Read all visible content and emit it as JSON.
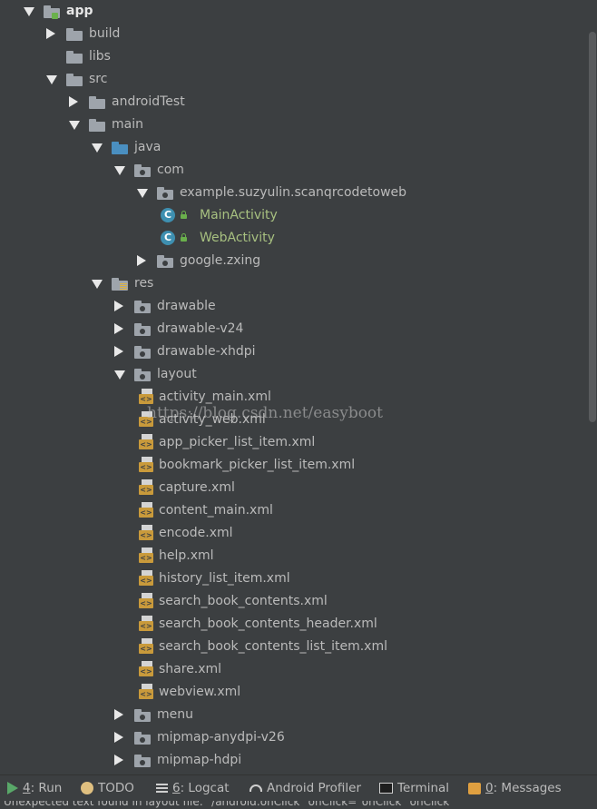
{
  "tree": [
    {
      "label": "app",
      "depth": 0,
      "state": "expanded",
      "icon": "module-folder-icon",
      "bold": true
    },
    {
      "label": "build",
      "depth": 1,
      "state": "collapsed",
      "icon": "folder-icon"
    },
    {
      "label": "libs",
      "depth": 1,
      "state": "none",
      "icon": "folder-icon"
    },
    {
      "label": "src",
      "depth": 1,
      "state": "expanded",
      "icon": "folder-icon"
    },
    {
      "label": "androidTest",
      "depth": 2,
      "state": "collapsed",
      "icon": "folder-icon"
    },
    {
      "label": "main",
      "depth": 2,
      "state": "expanded",
      "icon": "folder-icon"
    },
    {
      "label": "java",
      "depth": 3,
      "state": "expanded",
      "icon": "source-folder-icon"
    },
    {
      "label": "com",
      "depth": 4,
      "state": "expanded",
      "icon": "package-icon"
    },
    {
      "label": "example.suzyulin.scanqrcodetoweb",
      "depth": 5,
      "state": "expanded",
      "icon": "package-icon"
    },
    {
      "label": "MainActivity",
      "depth": 6,
      "state": "leaf",
      "icon": "class-icon",
      "green": true
    },
    {
      "label": "WebActivity",
      "depth": 6,
      "state": "leaf",
      "icon": "class-icon",
      "green": true
    },
    {
      "label": "google.zxing",
      "depth": 5,
      "state": "collapsed",
      "icon": "package-icon"
    },
    {
      "label": "res",
      "depth": 3,
      "state": "expanded",
      "icon": "resource-folder-icon"
    },
    {
      "label": "drawable",
      "depth": 4,
      "state": "collapsed",
      "icon": "package-icon"
    },
    {
      "label": "drawable-v24",
      "depth": 4,
      "state": "collapsed",
      "icon": "package-icon"
    },
    {
      "label": "drawable-xhdpi",
      "depth": 4,
      "state": "collapsed",
      "icon": "package-icon"
    },
    {
      "label": "layout",
      "depth": 4,
      "state": "expanded",
      "icon": "package-icon"
    },
    {
      "label": "activity_main.xml",
      "depth": 5,
      "state": "leaf",
      "icon": "xml-file-icon"
    },
    {
      "label": "activity_web.xml",
      "depth": 5,
      "state": "leaf",
      "icon": "xml-file-icon"
    },
    {
      "label": "app_picker_list_item.xml",
      "depth": 5,
      "state": "leaf",
      "icon": "xml-file-icon"
    },
    {
      "label": "bookmark_picker_list_item.xml",
      "depth": 5,
      "state": "leaf",
      "icon": "xml-file-icon"
    },
    {
      "label": "capture.xml",
      "depth": 5,
      "state": "leaf",
      "icon": "xml-file-icon"
    },
    {
      "label": "content_main.xml",
      "depth": 5,
      "state": "leaf",
      "icon": "xml-file-icon"
    },
    {
      "label": "encode.xml",
      "depth": 5,
      "state": "leaf",
      "icon": "xml-file-icon"
    },
    {
      "label": "help.xml",
      "depth": 5,
      "state": "leaf",
      "icon": "xml-file-icon"
    },
    {
      "label": "history_list_item.xml",
      "depth": 5,
      "state": "leaf",
      "icon": "xml-file-icon"
    },
    {
      "label": "search_book_contents.xml",
      "depth": 5,
      "state": "leaf",
      "icon": "xml-file-icon"
    },
    {
      "label": "search_book_contents_header.xml",
      "depth": 5,
      "state": "leaf",
      "icon": "xml-file-icon"
    },
    {
      "label": "search_book_contents_list_item.xml",
      "depth": 5,
      "state": "leaf",
      "icon": "xml-file-icon"
    },
    {
      "label": "share.xml",
      "depth": 5,
      "state": "leaf",
      "icon": "xml-file-icon"
    },
    {
      "label": "webview.xml",
      "depth": 5,
      "state": "leaf",
      "icon": "xml-file-icon"
    },
    {
      "label": "menu",
      "depth": 4,
      "state": "collapsed",
      "icon": "package-icon"
    },
    {
      "label": "mipmap-anydpi-v26",
      "depth": 4,
      "state": "collapsed",
      "icon": "package-icon"
    },
    {
      "label": "mipmap-hdpi",
      "depth": 4,
      "state": "collapsed",
      "icon": "package-icon"
    }
  ],
  "watermark": "https://blog.csdn.net/easyboot",
  "toolbar": {
    "run": {
      "key": "4",
      "label": ": Run"
    },
    "todo": {
      "label": "TODO"
    },
    "logcat": {
      "key": "6",
      "label": ": Logcat"
    },
    "profiler": {
      "label": "Android Profiler"
    },
    "terminal": {
      "label": "Terminal"
    },
    "messages": {
      "key": "0",
      "label": ": Messages"
    }
  },
  "statusbar": {
    "text": "Unexpected text found in layout file: \"/android:onClick\" onClick=\"onClick\" onClick"
  },
  "colors": {
    "background": "#3c3f41",
    "folder": "#9ea4ab",
    "source_folder": "#4a8fc0",
    "class_icon": "#3e8fb0",
    "xml_badge": "#c99a3b",
    "run_green": "#59a869"
  }
}
